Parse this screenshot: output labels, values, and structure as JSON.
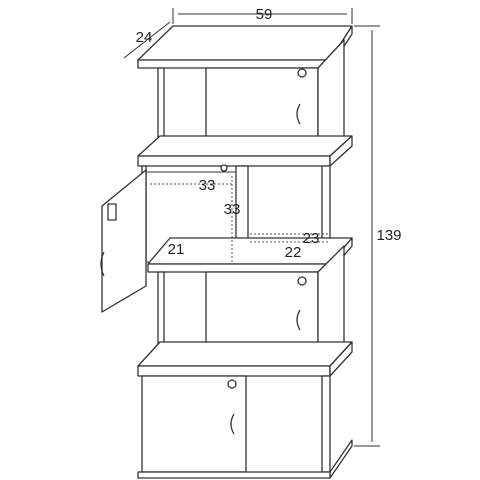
{
  "diagram": {
    "subject": "shelf cabinet with doors, dimension drawing",
    "dimensions": {
      "width": "59",
      "depth": "24",
      "height": "139",
      "inner_width": "33",
      "inner_height": "33",
      "inner_depth": "21",
      "shelf_depth": "22",
      "shelf_height": "23"
    },
    "colors": {
      "line": "#333333",
      "fill": "#ffffff",
      "dash": "#555555"
    }
  }
}
